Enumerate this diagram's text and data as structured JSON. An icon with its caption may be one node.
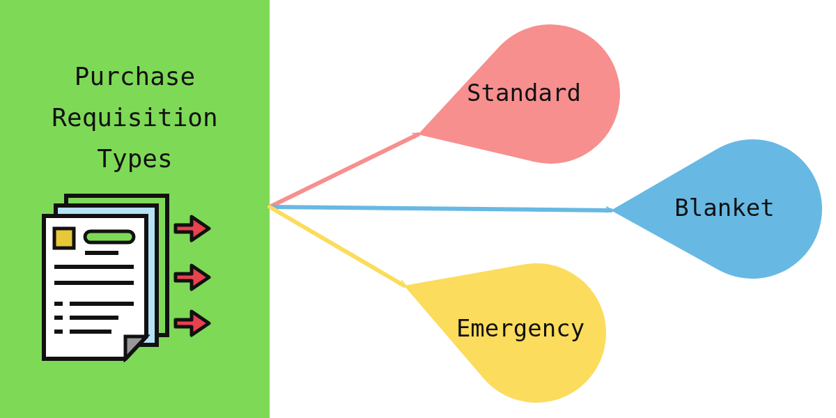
{
  "diagram": {
    "nodes": [
      {
        "text": [
          "Purchase Requisition Types"
        ]
      },
      {
        "text": [
          "Standard"
        ]
      },
      {
        "text": [
          "Blanket"
        ]
      },
      {
        "text": [
          "Emergency"
        ]
      }
    ],
    "edges": [
      {
        "from": 0,
        "to": 1,
        "arrow": "to",
        "color": "#f78f8f"
      },
      {
        "from": 0,
        "to": 2,
        "arrow": "to",
        "color": "#67b9e3"
      },
      {
        "from": 0,
        "to": 3,
        "arrow": "to",
        "color": "#fbdc5c"
      }
    ]
  }
}
